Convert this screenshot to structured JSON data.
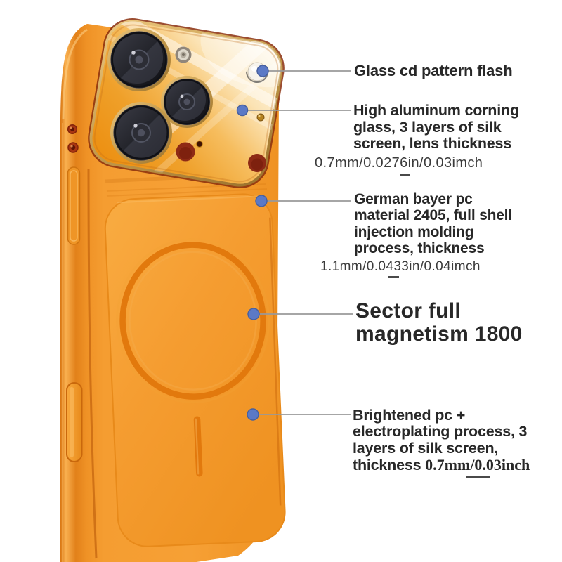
{
  "product": {
    "description": "orange phone case with large camera glass and magnetic ring",
    "colors": {
      "background": "#ffffff",
      "case_orange": "#f59c2f",
      "case_edge_dark": "#d97712",
      "magsafe_ring": "#e2790d",
      "camera_glass_gold": "#d9ae62",
      "lens_black": "#1b1c22",
      "sensor_maroon": "#8e2a15",
      "callout_dot": "#5b79c6",
      "leader_line": "#999999",
      "title_text": "#282828",
      "value_text": "#3b3b3b"
    }
  },
  "annotations": [
    {
      "id": "glass-cd-pattern",
      "title_lines": [
        "Glass cd pattern flash"
      ]
    },
    {
      "id": "corning-glass",
      "title_lines": [
        "High aluminum corning",
        "glass, 3 layers of silk",
        "screen, lens thickness"
      ],
      "value": "0.7mm/0.0276in/0.03imch"
    },
    {
      "id": "bayer-pc-material",
      "title_lines": [
        "German bayer pc",
        "material 2405, full shell",
        "injection molding",
        "process, thickness"
      ],
      "value": "1.1mm/0.0433in/0.04imch"
    },
    {
      "id": "sector-magnetism",
      "title_lines": [
        "Sector full",
        "magnetism 1800"
      ]
    },
    {
      "id": "brightened-pc",
      "title_lines": [
        "Brightened pc +",
        "electroplating process, 3",
        "layers of silk screen,"
      ],
      "value_label": "thickness",
      "value": "0.7mm/0.03inch"
    }
  ]
}
